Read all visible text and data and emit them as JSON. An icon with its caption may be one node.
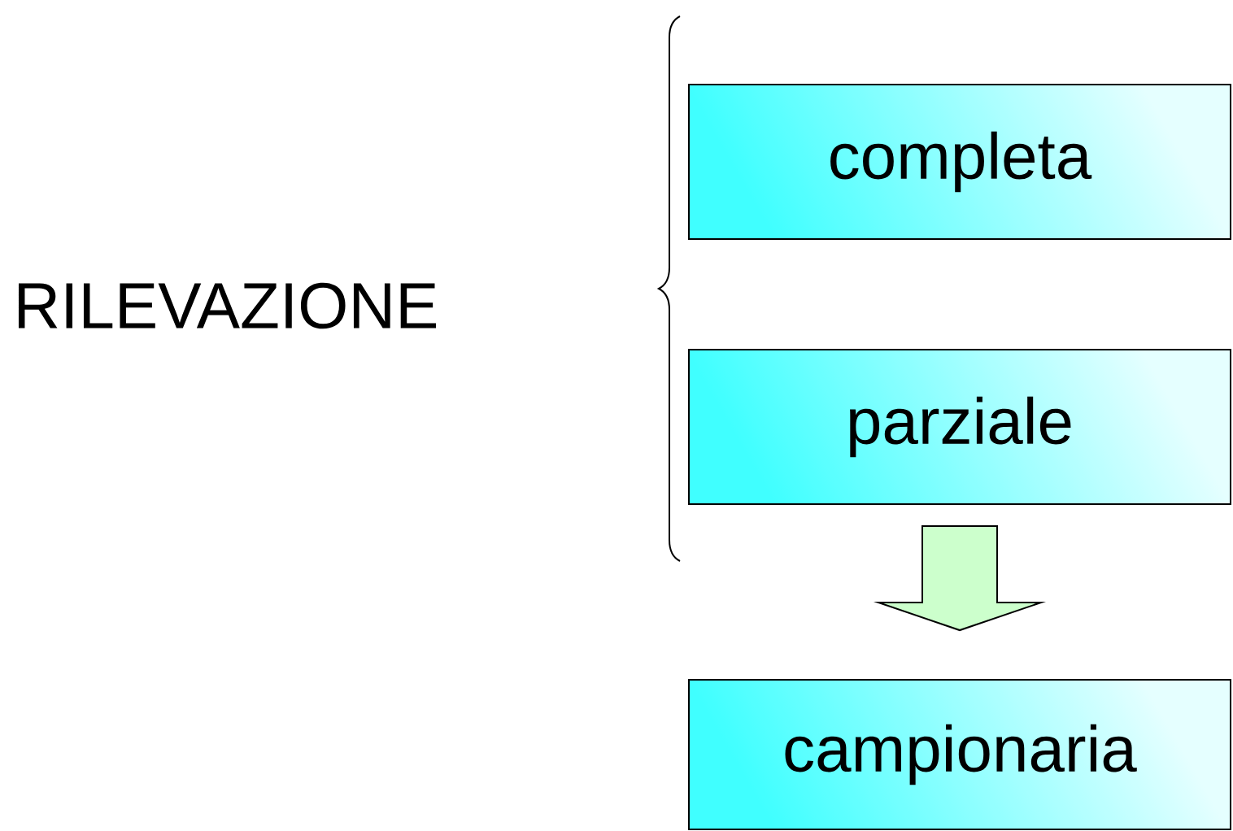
{
  "diagram": {
    "nodes": [
      {
        "text": [
          "completa"
        ]
      },
      {
        "text": [
          "parziale"
        ]
      },
      {
        "text": [
          "campionaria"
        ]
      }
    ],
    "edges": [
      {
        "from": 1,
        "to": 2,
        "arrow": "to"
      }
    ],
    "labels": [
      "RILEVAZIONE"
    ]
  }
}
